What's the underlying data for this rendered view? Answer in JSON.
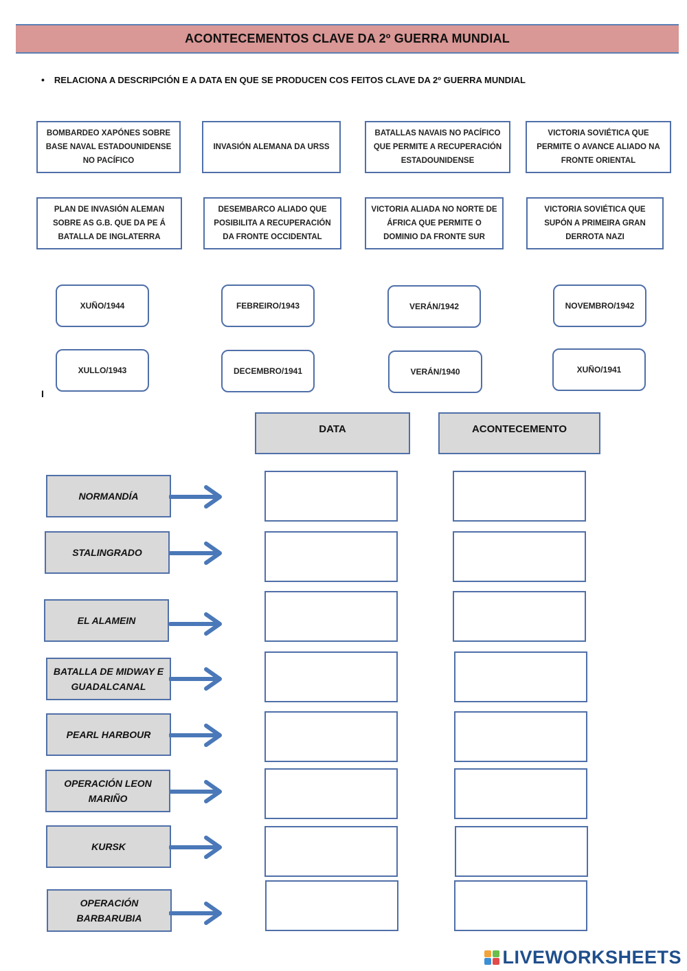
{
  "title": "ACONTECEMENTOS CLAVE DA 2º GUERRA MUNDIAL",
  "instruction": {
    "bullet": "•",
    "text": "RELACIONA A DESCRIPCIÓN E A DATA EN QUE SE PRODUCEN  COS FEITOS CLAVE DA 2º GUERRA MUNDIAL"
  },
  "descriptions": [
    "BOMBARDEO XAPÓNES SOBRE BASE NAVAL ESTADOUNIDENSE NO PACÍFICO",
    "INVASIÓN ALEMANA DA URSS",
    "BATALLAS NAVAIS NO PACÍFICO QUE PERMITE A RECUPERACIÓN ESTADOUNIDENSE",
    "VICTORIA SOVIÉTICA QUE PERMITE O AVANCE ALIADO NA FRONTE ORIENTAL",
    "PLAN DE INVASIÓN ALEMAN SOBRE AS G.B. QUE DA PE Á BATALLA DE INGLATERRA",
    "DESEMBARCO ALIADO QUE POSIBILITA A RECUPERACIÓN DA FRONTE OCCIDENTAL",
    "VICTORIA ALIADA NO NORTE DE ÁFRICA QUE PERMITE O DOMINIO DA FRONTE SUR",
    "VICTORIA SOVIÉTICA QUE SUPÓN A PRIMEIRA GRAN DERROTA NAZI"
  ],
  "dates": [
    "XUÑO/1944",
    "FEBREIRO/1943",
    "VERÁN/1942",
    "NOVEMBRO/1942",
    "XULLO/1943",
    "DECEMBRO/1941",
    "VERÁN/1940",
    "XUÑO/1941"
  ],
  "stray_mark": "I",
  "table": {
    "col_data": "DATA",
    "col_event": "ACONTECEMENTO",
    "rows": [
      "NORMANDÍA",
      "STALINGRADO",
      "EL ALAMEIN",
      "BATALLA DE MIDWAY E GUADALCANAL",
      "PEARL HARBOUR",
      "OPERACIÓN LEON MARIÑO",
      "KURSK",
      "OPERACIÓN BARBARUBIA"
    ]
  },
  "brand": "LIVEWORKSHEETS",
  "colors": {
    "title_bg": "#d99795",
    "box_border": "#4f6fa8",
    "label_bg": "#d9d9d9",
    "arrow": "#4a78b8",
    "brand": "#1f4e8c"
  }
}
